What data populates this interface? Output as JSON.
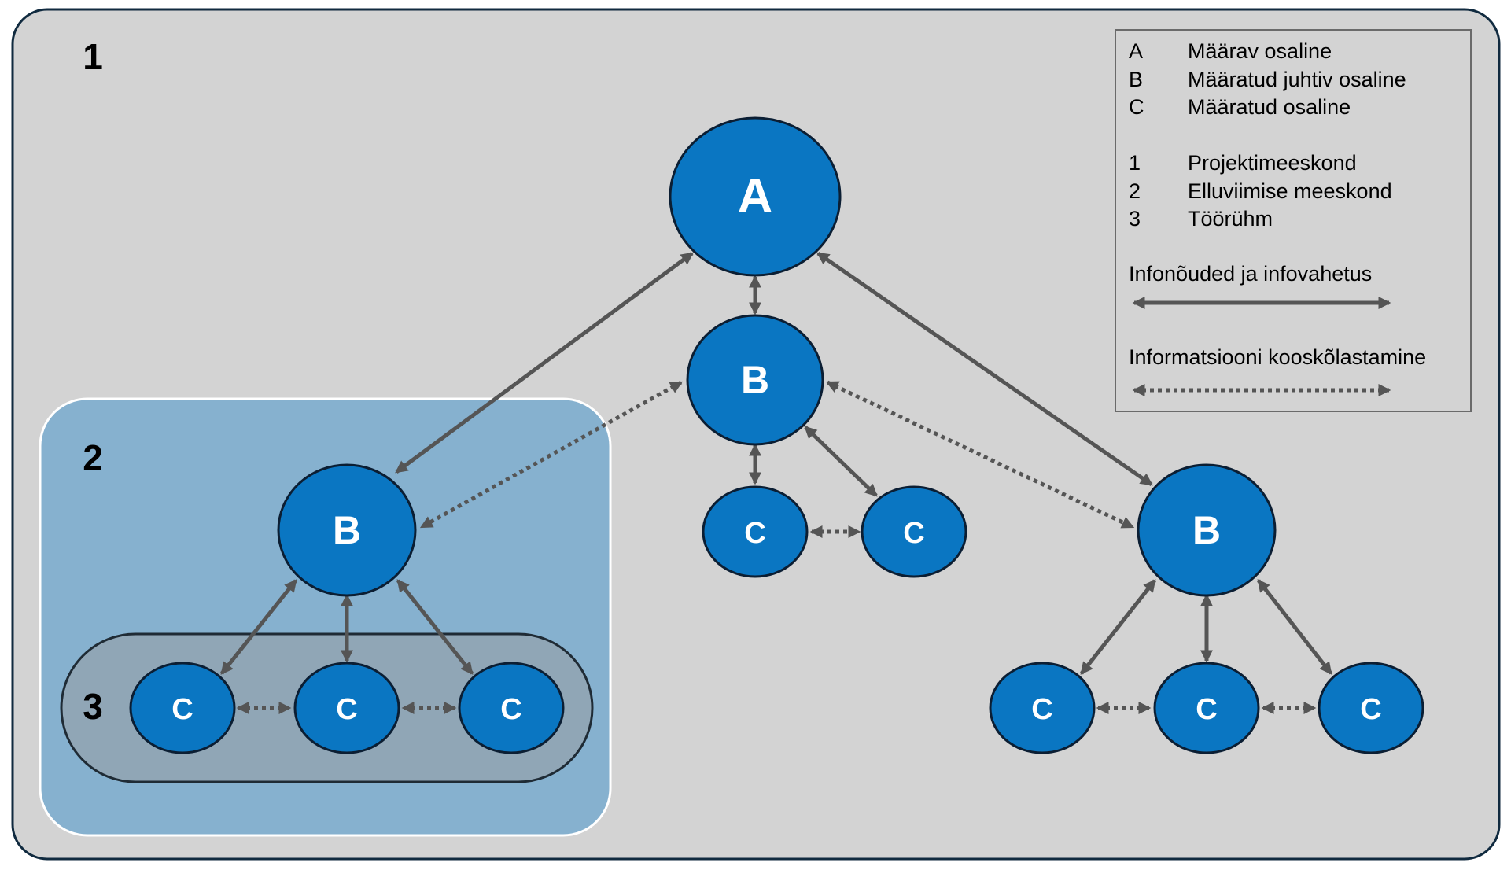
{
  "colors": {
    "outer_background": "#d3d3d3",
    "outer_border": "#102a3f",
    "team_zone_fill": "#86b1cf",
    "team_zone_border": "#ffffff",
    "task_group_fill": "#90a6b6",
    "task_group_border": "#1f2b35",
    "node_fill": "#0a76c2",
    "node_border": "#0b1e33",
    "node_text": "#ffffff",
    "arrow": "#555555",
    "legend_border": "#6a6a6a"
  },
  "zones": {
    "project_team": "1",
    "delivery_team": "2",
    "task_team": "3"
  },
  "nodes": {
    "appointing": "A",
    "lead_center": "B",
    "lead_left": "B",
    "lead_right": "B",
    "center_c1": "C",
    "center_c2": "C",
    "left_c1": "C",
    "left_c2": "C",
    "left_c3": "C",
    "right_c1": "C",
    "right_c2": "C",
    "right_c3": "C"
  },
  "legend": {
    "roles": [
      {
        "key": "A",
        "label": "Määrav osaline"
      },
      {
        "key": "B",
        "label": "Määratud juhtiv osaline"
      },
      {
        "key": "C",
        "label": "Määratud osaline"
      }
    ],
    "teams": [
      {
        "key": "1",
        "label": "Projektimeeskond"
      },
      {
        "key": "2",
        "label": "Elluviimise meeskond"
      },
      {
        "key": "3",
        "label": "Töörühm"
      }
    ],
    "solid_line_label": "Infonõuded ja infovahetus",
    "dotted_line_label": "Informatsiooni kooskõlastamine"
  },
  "connections": [
    {
      "from": "A",
      "to": "B (center)",
      "style": "solid"
    },
    {
      "from": "A",
      "to": "B (left)",
      "style": "solid"
    },
    {
      "from": "A",
      "to": "B (right)",
      "style": "solid"
    },
    {
      "from": "B (center)",
      "to": "B (left)",
      "style": "dotted"
    },
    {
      "from": "B (center)",
      "to": "B (right)",
      "style": "dotted"
    },
    {
      "from": "B (center)",
      "to": "C (center 1)",
      "style": "solid"
    },
    {
      "from": "B (center)",
      "to": "C (center 2)",
      "style": "solid"
    },
    {
      "from": "C (center 1)",
      "to": "C (center 2)",
      "style": "dotted"
    },
    {
      "from": "B (left)",
      "to": "C (left 1)",
      "style": "solid"
    },
    {
      "from": "B (left)",
      "to": "C (left 2)",
      "style": "solid"
    },
    {
      "from": "B (left)",
      "to": "C (left 3)",
      "style": "solid"
    },
    {
      "from": "C (left 1)",
      "to": "C (left 2)",
      "style": "dotted"
    },
    {
      "from": "C (left 2)",
      "to": "C (left 3)",
      "style": "dotted"
    },
    {
      "from": "B (right)",
      "to": "C (right 1)",
      "style": "solid"
    },
    {
      "from": "B (right)",
      "to": "C (right 2)",
      "style": "solid"
    },
    {
      "from": "B (right)",
      "to": "C (right 3)",
      "style": "solid"
    },
    {
      "from": "C (right 1)",
      "to": "C (right 2)",
      "style": "dotted"
    },
    {
      "from": "C (right 2)",
      "to": "C (right 3)",
      "style": "dotted"
    }
  ]
}
